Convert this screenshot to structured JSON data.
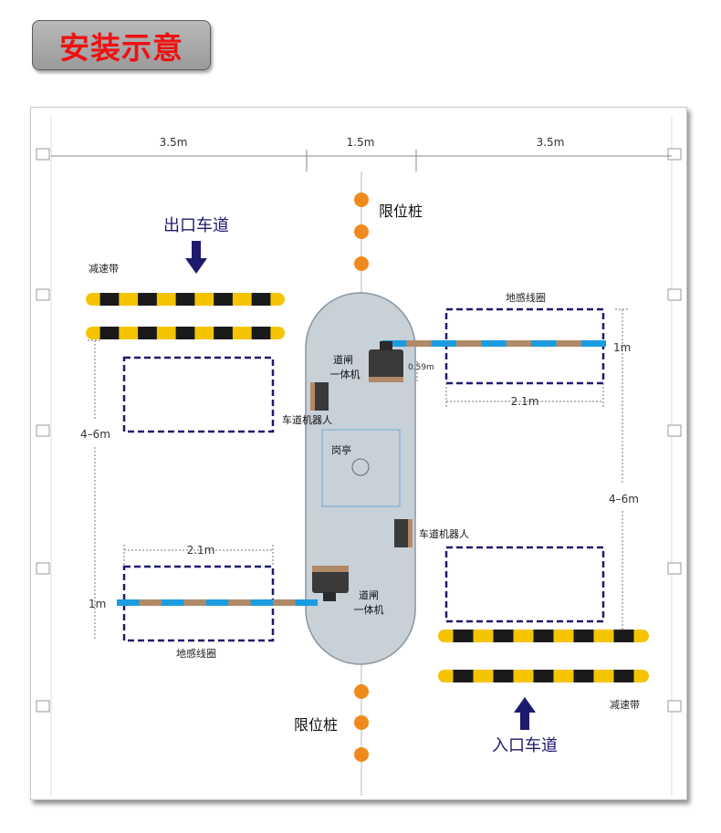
{
  "header": {
    "title": "安装示意"
  },
  "dimensions": {
    "left_lane_width": "3.5m",
    "island_width": "1.5m",
    "right_lane_width": "3.5m",
    "left_span": "4–6m",
    "right_span": "4–6m",
    "left_loop_width": "2.1m",
    "right_loop_width": "2.1m",
    "left_loop_depth": "1m",
    "right_loop_depth": "1m",
    "gate_offset": "0.59m"
  },
  "labels": {
    "exit_lane": "出口车道",
    "entry_lane": "入口车道",
    "speed_bump_top": "减速带",
    "speed_bump_bottom": "减速带",
    "bollard_top": "限位桩",
    "bollard_bottom": "限位桩",
    "loop_top_right": "地感线圈",
    "loop_bottom_left": "地感线圈",
    "gate_top_line1": "道闸",
    "gate_top_line2": "一体机",
    "gate_bottom_line1": "道闸",
    "gate_bottom_line2": "一体机",
    "robot_top": "车道机器人",
    "robot_bottom": "车道机器人",
    "booth": "岗亭"
  },
  "colors": {
    "title_red": "#ee1111",
    "arrow_navy": "#1e1a6e",
    "bump_yellow": "#f5c400",
    "bump_black": "#1a1a1a",
    "bollard_orange": "#f08a1c",
    "loop_navy": "#1e1a6e",
    "arm_blue": "#1c9ce0",
    "arm_tan": "#b08a68",
    "island_fill": "#c8d0d8",
    "device_dark": "#3a3a3a"
  }
}
